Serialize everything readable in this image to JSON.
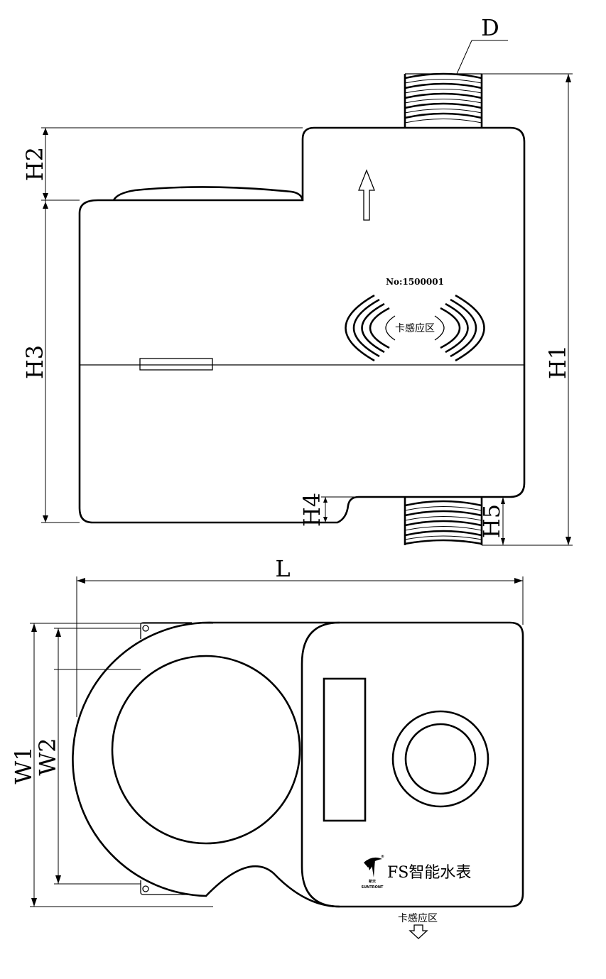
{
  "dimension_labels": {
    "d": "D",
    "h1": "H1",
    "h2": "H2",
    "h3": "H3",
    "h4": "H4",
    "h5": "H5",
    "l": "L",
    "w1": "W1",
    "w2": "W2"
  },
  "side_view": {
    "serial_number": "No:1500001",
    "card_zone_label": "卡感应区",
    "flow_direction": "up-arrow"
  },
  "top_view": {
    "brand_text": "FS智能水表",
    "logo_small_text": "SUNTRONT",
    "logo_cn_text": "新天",
    "registered_mark": "®",
    "card_zone_label": "卡感应区",
    "card_zone_icon": "down-arrow-icon"
  }
}
